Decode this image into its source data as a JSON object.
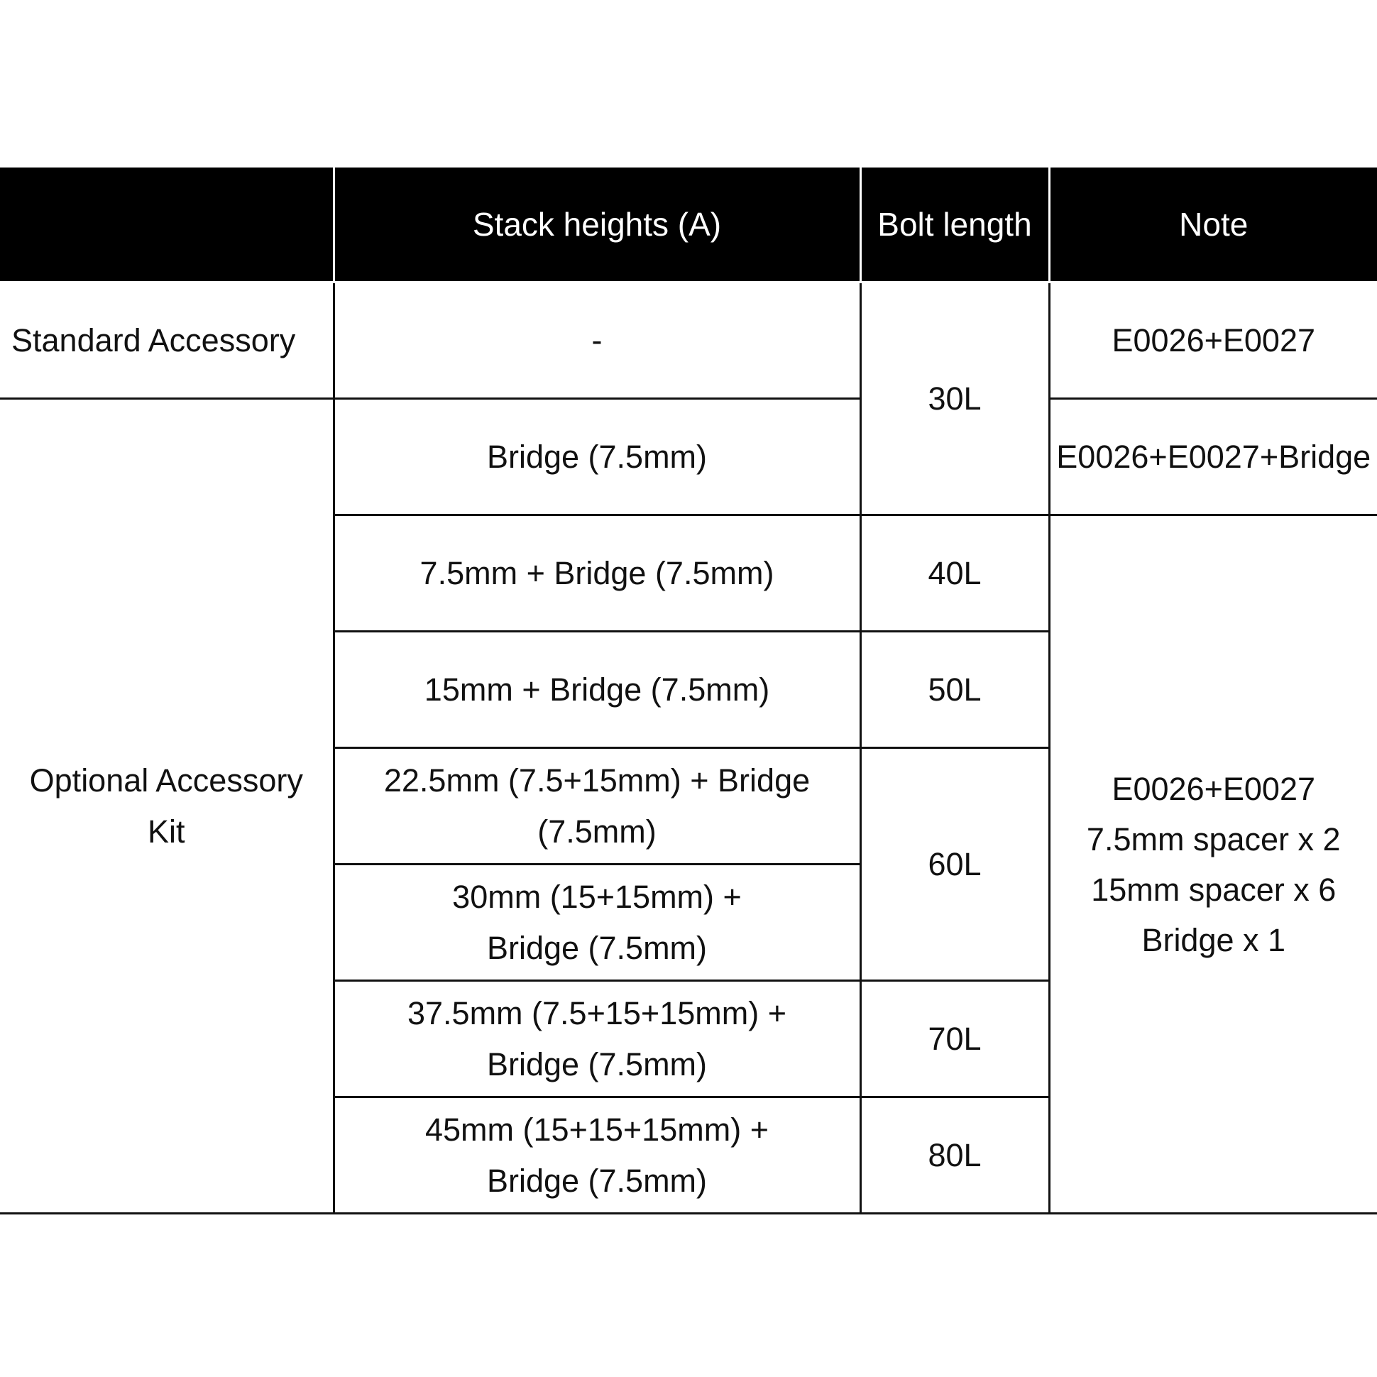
{
  "table": {
    "headers": [
      "",
      "Stack heights (A)",
      "Bolt length",
      "Note"
    ],
    "row_heads": {
      "standard": "Standard Accessory",
      "optional_1": "Optional Accessory",
      "optional_2": "Kit"
    },
    "stack_heights": [
      [
        "-"
      ],
      [
        "Bridge (7.5mm)"
      ],
      [
        "7.5mm + Bridge (7.5mm)"
      ],
      [
        "15mm + Bridge (7.5mm)"
      ],
      [
        "22.5mm (7.5+15mm) + Bridge",
        "(7.5mm)"
      ],
      [
        "30mm (15+15mm) +",
        "Bridge (7.5mm)"
      ],
      [
        "37.5mm (7.5+15+15mm) +",
        "Bridge (7.5mm)"
      ],
      [
        "45mm (15+15+15mm) +",
        "Bridge (7.5mm)"
      ]
    ],
    "bolt_lengths": [
      "30L",
      "40L",
      "50L",
      "60L",
      "70L",
      "80L"
    ],
    "notes": {
      "standard": "E0026+E0027",
      "bridge": "E0026+E0027+Bridge",
      "kit": [
        "E0026+E0027",
        "7.5mm spacer x 2",
        "15mm spacer x 6",
        "Bridge x 1"
      ]
    }
  }
}
